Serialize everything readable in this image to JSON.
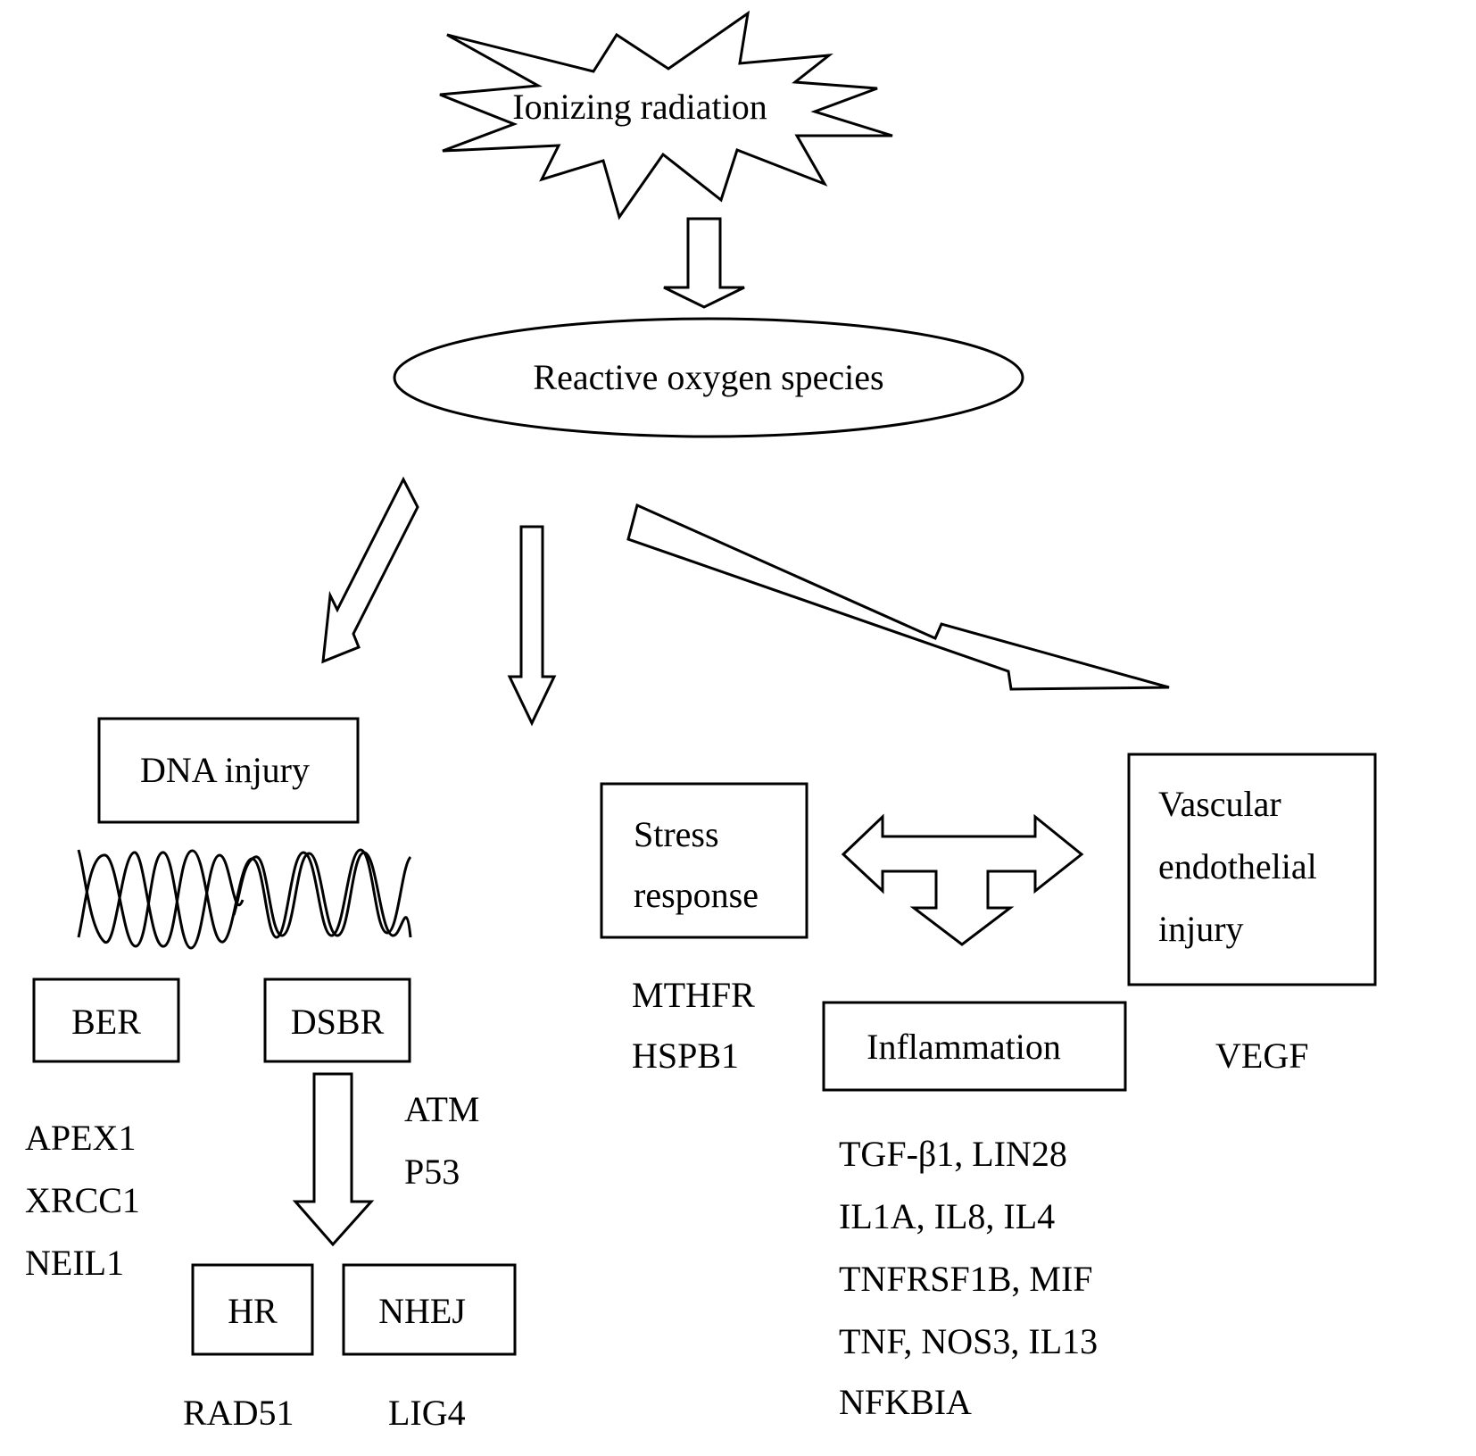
{
  "diagram": {
    "colors": {
      "stroke": "#000000",
      "fill": "#ffffff",
      "text": "#000000"
    },
    "source": {
      "label": "Ionizing radiation",
      "shape": "starburst"
    },
    "intermediate": {
      "label": "Reactive oxygen species",
      "shape": "ellipse"
    },
    "branches": {
      "dna": {
        "label": "DNA injury",
        "icon": "dna-double-helix-icon",
        "pathways": {
          "ber": {
            "label": "BER",
            "genes": [
              "APEX1",
              "XRCC1",
              "NEIL1"
            ]
          },
          "dsbr": {
            "label": "DSBR",
            "genes": [
              "ATM",
              "P53"
            ],
            "subpathways": {
              "hr": {
                "label": "HR",
                "genes": [
                  "RAD51"
                ]
              },
              "nhej": {
                "label": "NHEJ",
                "genes": [
                  "LIG4"
                ]
              }
            }
          }
        }
      },
      "stress": {
        "label_lines": [
          "Stress",
          "response"
        ],
        "genes": [
          "MTHFR",
          "HSPB1"
        ]
      },
      "vascular": {
        "label_lines": [
          "Vascular",
          "endothelial",
          "injury"
        ],
        "genes": [
          "VEGF"
        ]
      },
      "inflammation": {
        "label": "Inflammation",
        "gene_lines": [
          "TGF-β1, LIN28",
          "IL1A, IL8, IL4",
          "TNFRSF1B, MIF",
          "TNF, NOS3, IL13",
          "NFKBIA"
        ]
      }
    },
    "edges": [
      {
        "from": "Ionizing radiation",
        "to": "Reactive oxygen species"
      },
      {
        "from": "Reactive oxygen species",
        "to": "DNA injury"
      },
      {
        "from": "Reactive oxygen species",
        "to": "Stress response"
      },
      {
        "from": "Reactive oxygen species",
        "to": "Vascular endothelial injury"
      },
      {
        "from": "Stress response",
        "to": "Vascular endothelial injury",
        "bidirectional": true
      },
      {
        "from": "Stress response / Vascular endothelial injury",
        "to": "Inflammation"
      },
      {
        "from": "DSBR",
        "to": "HR / NHEJ"
      }
    ]
  }
}
